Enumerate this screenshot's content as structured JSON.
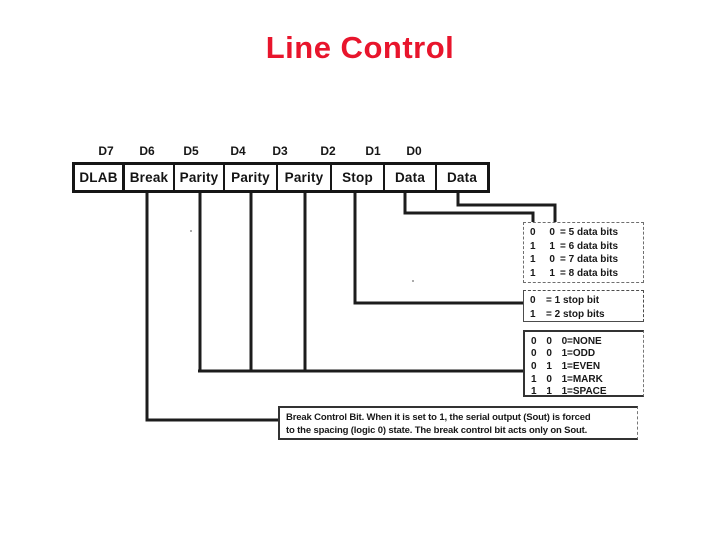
{
  "title": "Line Control",
  "register": {
    "bit_labels": [
      "D7",
      "D6",
      "D5",
      "D4",
      "D3",
      "D2",
      "D1",
      "D0"
    ],
    "fields": [
      "DLAB",
      "Break",
      "Parity",
      "Parity",
      "Parity",
      "Stop",
      "Data",
      "Data"
    ]
  },
  "legend": {
    "data_bits": {
      "rows": [
        {
          "bits": "0 0",
          "label": "= 5 data bits"
        },
        {
          "bits": "1 1",
          "label": "= 6 data bits"
        },
        {
          "bits": "1 0",
          "label": "= 7 data bits"
        },
        {
          "bits": "1 1",
          "label": "= 8 data bits"
        }
      ]
    },
    "stop_bits": {
      "rows": [
        {
          "bits": "0",
          "label": "= 1 stop bit"
        },
        {
          "bits": "1",
          "label": "= 2 stop bits"
        }
      ]
    },
    "parity": {
      "rows": [
        {
          "bits": "0 0 0",
          "label": "=NONE"
        },
        {
          "bits": "0 0 1",
          "label": "=ODD"
        },
        {
          "bits": "0 1 1",
          "label": "=EVEN"
        },
        {
          "bits": "1 0 1",
          "label": "=MARK"
        },
        {
          "bits": "1 1 1",
          "label": "=SPACE"
        }
      ]
    },
    "break_note": {
      "line1": "Break Control Bit. When it is set to 1, the serial output (Sout) is forced",
      "line2": "to the spacing (logic 0) state. The break control bit acts only on Sout."
    }
  },
  "colors": {
    "title_red": "#e8152c",
    "ink": "#1c1c1c",
    "background": "#ffffff"
  }
}
